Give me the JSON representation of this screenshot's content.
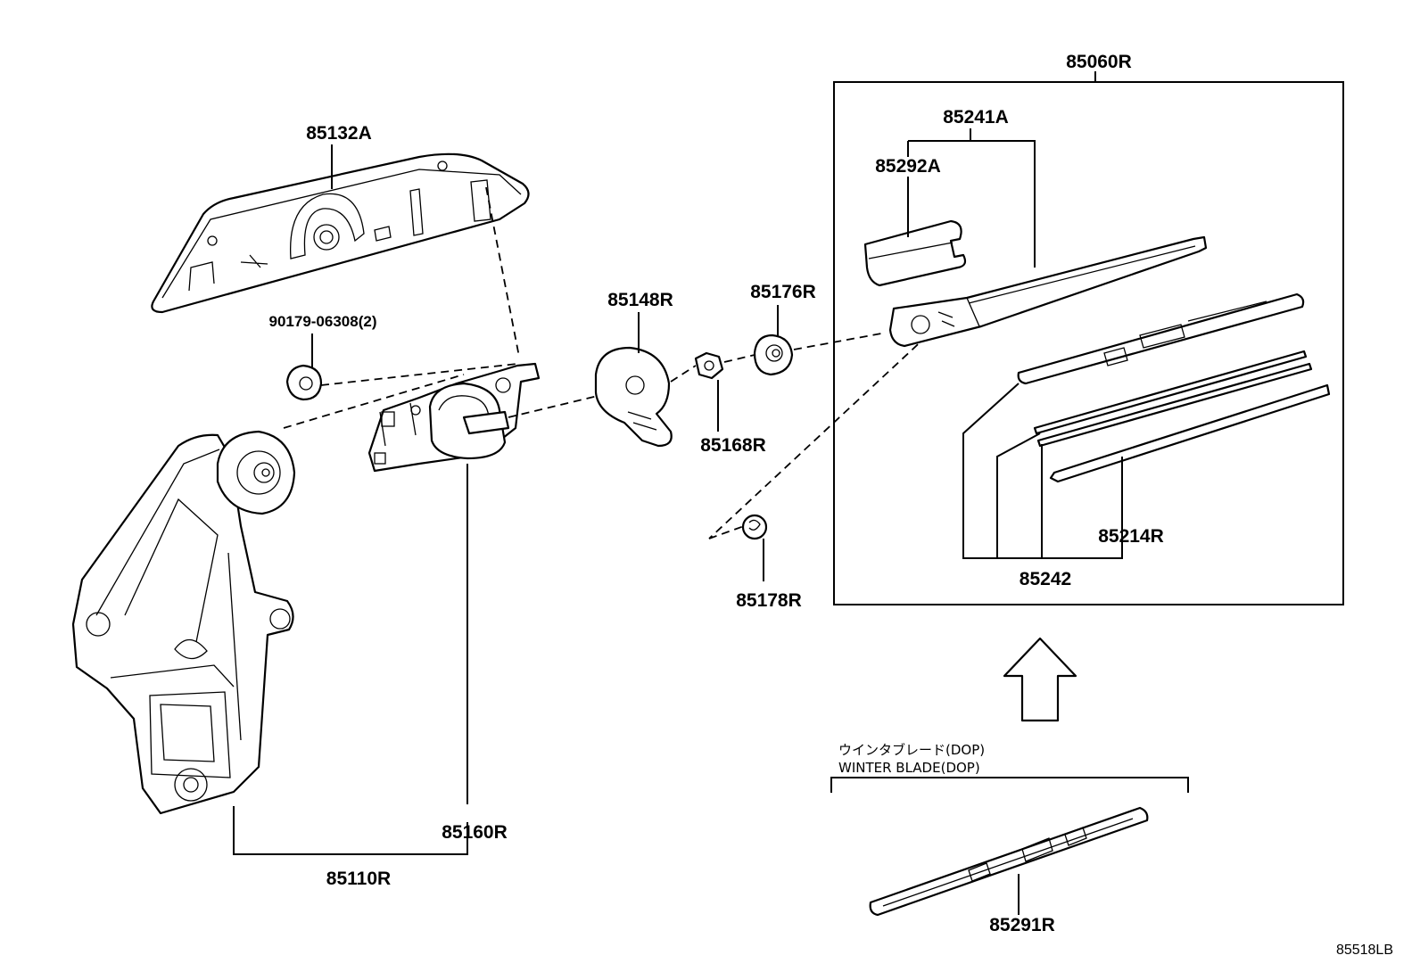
{
  "labels": {
    "cover": "85132A",
    "screw": "90179-06308(2)",
    "motor_assy": "85110R",
    "motor": "85160R",
    "cap": "85148R",
    "nut": "85168R",
    "washer": "85176R",
    "clip": "85178R",
    "arm_blade_set": "85060R",
    "arm": "85241A",
    "arm_cap": "85292A",
    "blade": "85242",
    "blade_rubber": "85214R",
    "winter_blade": "85291R"
  },
  "winter_note": {
    "jp": "ウインタブレード(DOP)",
    "en": "WINTER BLADE(DOP)"
  },
  "ref_code": "85518LB"
}
